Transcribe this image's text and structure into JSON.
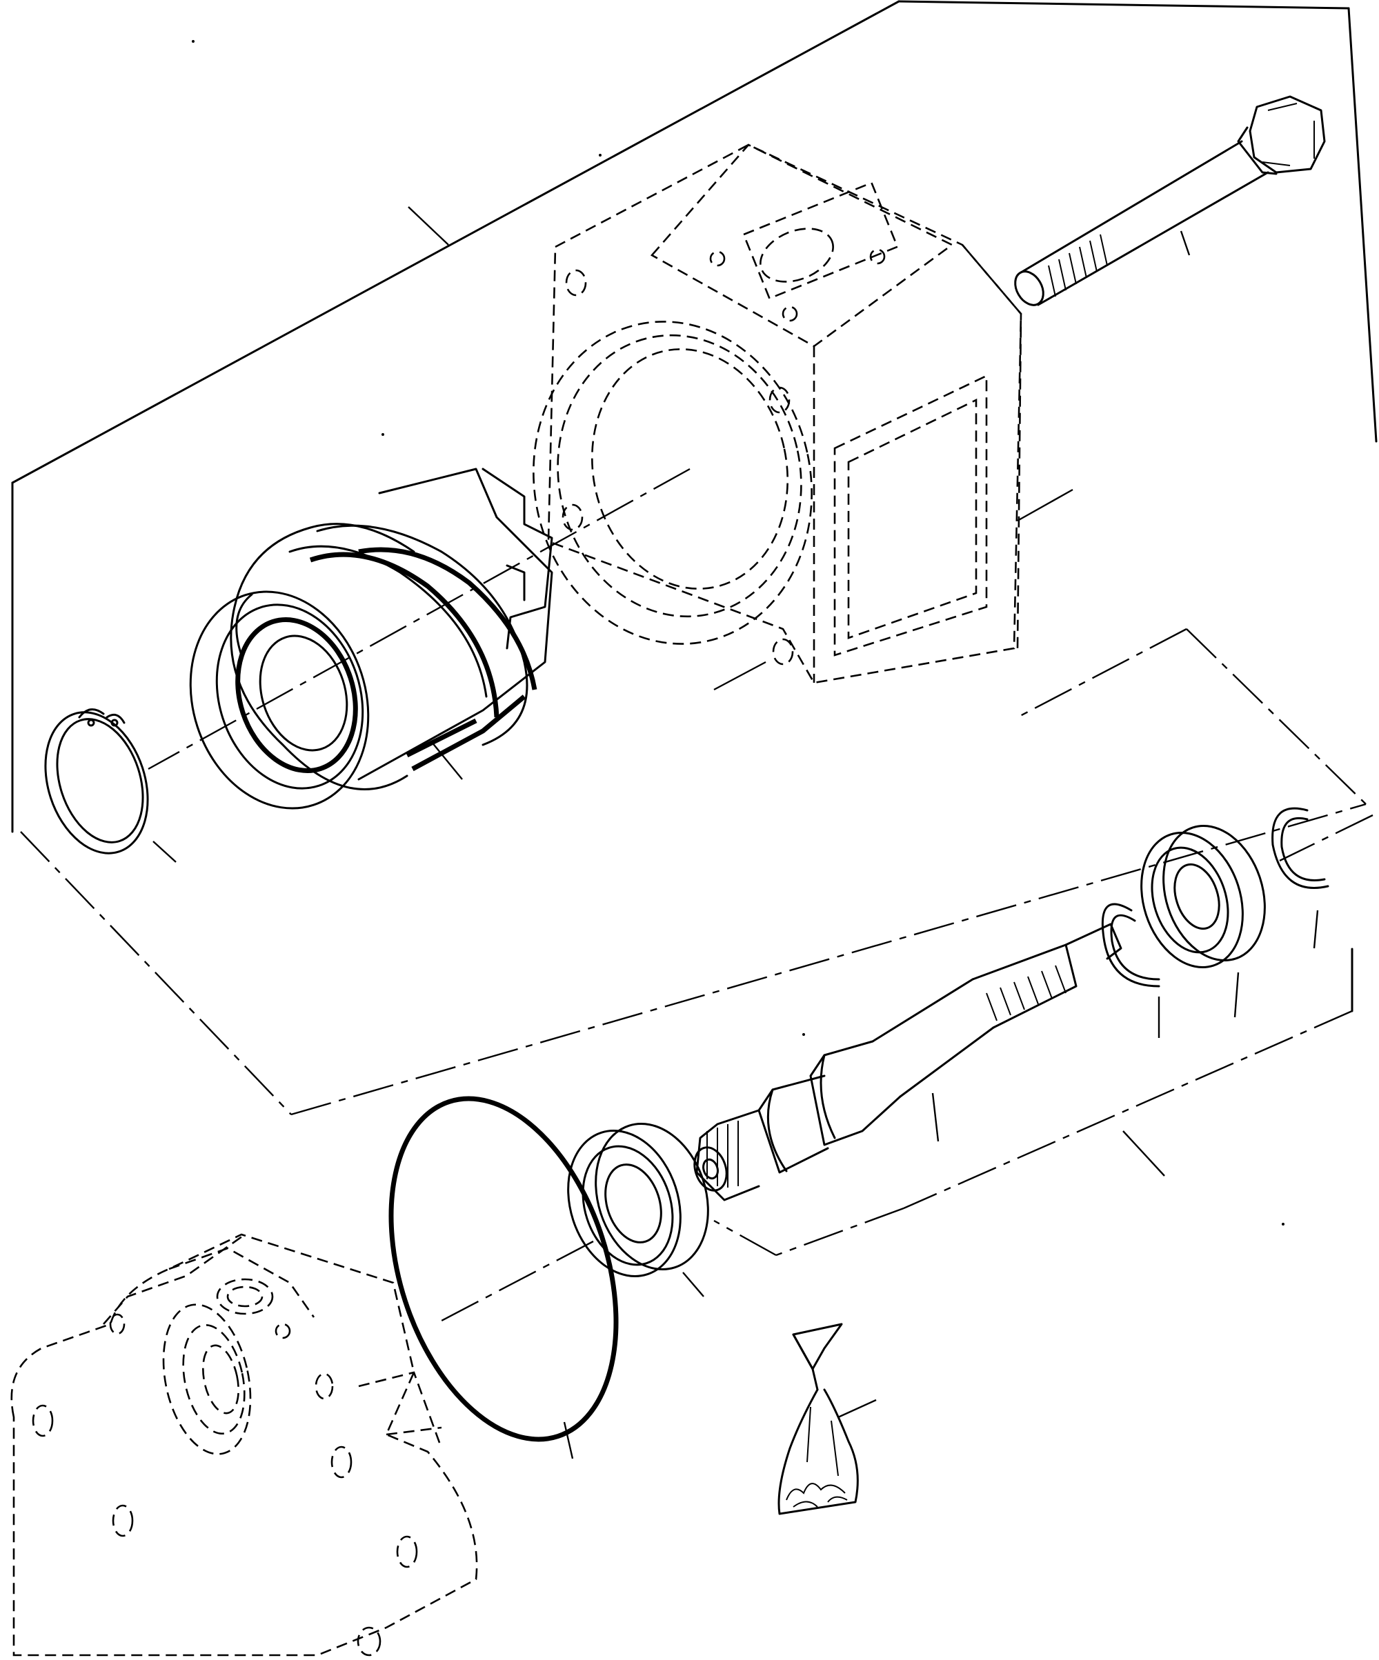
{
  "diagram": {
    "type": "exploded-parts-view",
    "parts": [
      {
        "name": "housing-bolt",
        "callout": ""
      },
      {
        "name": "motor-housing",
        "callout": ""
      },
      {
        "name": "piston-cylinder-assembly",
        "callout": ""
      },
      {
        "name": "snap-ring-large",
        "callout": ""
      },
      {
        "name": "retaining-ring-small",
        "callout": ""
      },
      {
        "name": "ball-bearing-upper",
        "callout": ""
      },
      {
        "name": "snap-ring-outer",
        "callout": ""
      },
      {
        "name": "splined-drive-shaft",
        "callout": ""
      },
      {
        "name": "ball-bearing-lower",
        "callout": ""
      },
      {
        "name": "o-ring-seal",
        "callout": ""
      },
      {
        "name": "end-cover-plate",
        "callout": ""
      },
      {
        "name": "hardware-kit-bag",
        "callout": ""
      }
    ]
  }
}
